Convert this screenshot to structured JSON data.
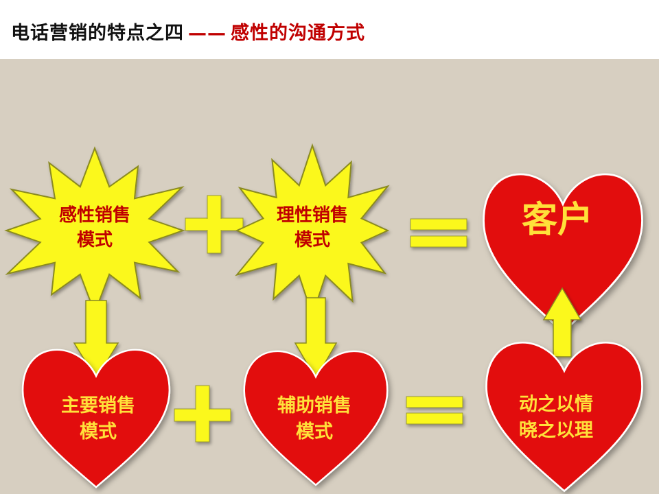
{
  "title": {
    "main": "电话营销的特点之四",
    "dash": "——",
    "sub": "感性的沟通方式"
  },
  "nodes": {
    "emotional_mode": {
      "line1": "感性销售",
      "line2": "模式"
    },
    "rational_mode": {
      "line1": "理性销售",
      "line2": "模式"
    },
    "customer": {
      "text": "客户"
    },
    "primary_mode": {
      "line1": "主要销售",
      "line2": "模式"
    },
    "auxiliary_mode": {
      "line1": "辅助销售",
      "line2": "模式"
    },
    "approach": {
      "line1": "动之以情",
      "line2": "晓之以理"
    }
  },
  "colors": {
    "starburst_fill": "#fbf81a",
    "starburst_stroke": "#8a8a20",
    "star_text": "#c00000",
    "heart_fill": "#e20a0a",
    "heart_stroke": "#ffffff",
    "heart_text": "#ffe13a",
    "operator": "#fbf81a",
    "background": "#d7cfc1"
  }
}
